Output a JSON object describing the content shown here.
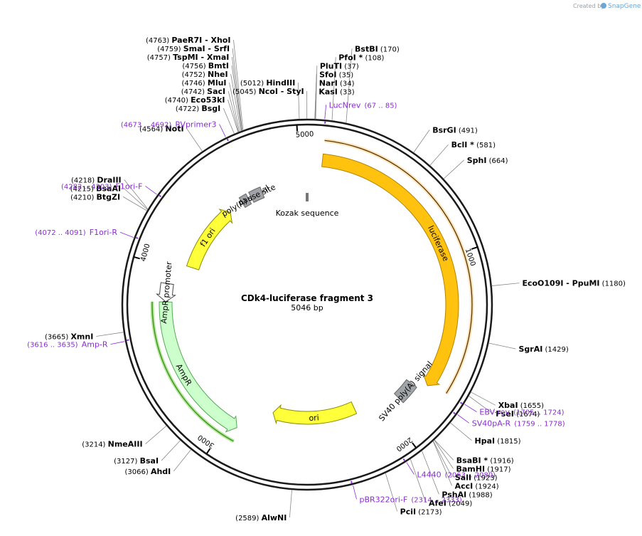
{
  "credit": {
    "created_by": "Created by",
    "brand": "SnapGene"
  },
  "plasmid": {
    "name": "CDk4-luciferase fragment 3",
    "length_label": "5046 bp",
    "length": 5046
  },
  "ruler_ticks": [
    {
      "label": "1000",
      "bp": 1000
    },
    {
      "label": "2000",
      "bp": 2000
    },
    {
      "label": "3000",
      "bp": 3000
    },
    {
      "label": "4000",
      "bp": 4000
    },
    {
      "label": "5000",
      "bp": 5000
    }
  ],
  "features": [
    {
      "name": "luciferase",
      "start": 85,
      "end": 1737,
      "color": "#ffc30f",
      "stroke": "#b58400",
      "strand": 1
    },
    {
      "name": "SV40 poly(A) signal",
      "start": 1780,
      "end": 1900,
      "color": "#a0a4a8",
      "stroke": "#666666",
      "strand": 0
    },
    {
      "name": "ori",
      "start": 2180,
      "end": 2769,
      "color": "#ffff3a",
      "stroke": "#8b8b00",
      "strand": 1
    },
    {
      "name": "AmpR",
      "start": 2940,
      "end": 3800,
      "color": "#ccffcc",
      "stroke": "#55aa55",
      "strand": -1
    },
    {
      "name": "AmpR promoter",
      "start": 3801,
      "end": 3905,
      "color": "#ffffff",
      "stroke": "#444444",
      "strand": -1
    },
    {
      "name": "f1 ori",
      "start": 4034,
      "end": 4489,
      "color": "#ffff3a",
      "stroke": "#8b8b00",
      "strand": 1
    },
    {
      "name": "poly(A) signal",
      "start": 4590,
      "end": 4640,
      "color": "#a0a4a8",
      "stroke": "#666666",
      "strand": 0
    },
    {
      "name": "pause site",
      "start": 4660,
      "end": 4740,
      "color": "#a0a4a8",
      "stroke": "#666666",
      "strand": 0
    },
    {
      "name": "Kozak sequence",
      "start": 0,
      "end": 10,
      "color": "#a0a4a8",
      "stroke": "#666666",
      "strand": 0
    }
  ],
  "orf_outer": {
    "start": 85,
    "end": 1737,
    "color": "#f5a623"
  },
  "orf_inner": {
    "start": 2920,
    "end": 3800,
    "color": "#3f9a1f"
  },
  "sites": [
    {
      "name": "NcoI",
      "extra": "- StyI",
      "pos": "(5045)",
      "bp": 5045
    },
    {
      "name": "HindIII",
      "extra": "",
      "pos": "(5012)",
      "bp": 5012
    },
    {
      "name": "KasI",
      "extra": "",
      "pos": "(33)",
      "bp": 33
    },
    {
      "name": "NarI",
      "extra": "",
      "pos": "(34)",
      "bp": 34
    },
    {
      "name": "SfoI",
      "extra": "",
      "pos": "(35)",
      "bp": 35
    },
    {
      "name": "PluTI",
      "extra": "",
      "pos": "(37)",
      "bp": 37
    },
    {
      "name": "PfoI *",
      "extra": "",
      "pos": "(108)",
      "bp": 108
    },
    {
      "name": "BstBI",
      "extra": "",
      "pos": "(170)",
      "bp": 170
    },
    {
      "name": "BsrGI",
      "extra": "",
      "pos": "(491)",
      "bp": 491
    },
    {
      "name": "BclI *",
      "extra": "",
      "pos": "(581)",
      "bp": 581
    },
    {
      "name": "SphI",
      "extra": "",
      "pos": "(664)",
      "bp": 664
    },
    {
      "name": "EcoO109I",
      "extra": "- PpuMI",
      "pos": "(1180)",
      "bp": 1180
    },
    {
      "name": "SgrAI",
      "extra": "",
      "pos": "(1429)",
      "bp": 1429
    },
    {
      "name": "XbaI",
      "extra": "",
      "pos": "(1655)",
      "bp": 1655
    },
    {
      "name": "FseI",
      "extra": "",
      "pos": "(1674)",
      "bp": 1674
    },
    {
      "name": "HpaI",
      "extra": "",
      "pos": "(1815)",
      "bp": 1815
    },
    {
      "name": "BsaBI *",
      "extra": "",
      "pos": "(1916)",
      "bp": 1916
    },
    {
      "name": "BamHI",
      "extra": "",
      "pos": "(1917)",
      "bp": 1917
    },
    {
      "name": "SalI",
      "extra": "",
      "pos": "(1923)",
      "bp": 1923
    },
    {
      "name": "AccI",
      "extra": "",
      "pos": "(1924)",
      "bp": 1924
    },
    {
      "name": "PshAI",
      "extra": "",
      "pos": "(1988)",
      "bp": 1988
    },
    {
      "name": "AfeI",
      "extra": "",
      "pos": "(2049)",
      "bp": 2049
    },
    {
      "name": "PciI",
      "extra": "",
      "pos": "(2173)",
      "bp": 2173
    },
    {
      "name": "AlwNI",
      "extra": "",
      "pos": "(2589)",
      "bp": 2589
    },
    {
      "name": "AhdI",
      "extra": "",
      "pos": "(3066)",
      "bp": 3066
    },
    {
      "name": "BsaI",
      "extra": "",
      "pos": "(3127)",
      "bp": 3127
    },
    {
      "name": "NmeAIII",
      "extra": "",
      "pos": "(3214)",
      "bp": 3214
    },
    {
      "name": "XmnI",
      "extra": "",
      "pos": "(3665)",
      "bp": 3665
    },
    {
      "name": "BtgZI",
      "extra": "",
      "pos": "(4210)",
      "bp": 4210
    },
    {
      "name": "BsaAI",
      "extra": "",
      "pos": "(4215)",
      "bp": 4215
    },
    {
      "name": "DraIII",
      "extra": "",
      "pos": "(4218)",
      "bp": 4218
    },
    {
      "name": "NotI",
      "extra": "",
      "pos": "(4564)",
      "bp": 4564
    },
    {
      "name": "BsgI",
      "extra": "",
      "pos": "(4722)",
      "bp": 4722
    },
    {
      "name": "Eco53kI",
      "extra": "",
      "pos": "(4740)",
      "bp": 4740
    },
    {
      "name": "SacI",
      "extra": "",
      "pos": "(4742)",
      "bp": 4742
    },
    {
      "name": "MluI",
      "extra": "",
      "pos": "(4746)",
      "bp": 4746
    },
    {
      "name": "NheI",
      "extra": "",
      "pos": "(4752)",
      "bp": 4752
    },
    {
      "name": "BmtI",
      "extra": "",
      "pos": "(4756)",
      "bp": 4756
    },
    {
      "name": "TspMI",
      "extra": "- XmaI",
      "pos": "(4757)",
      "bp": 4757
    },
    {
      "name": "SmaI",
      "extra": "- SrfI",
      "pos": "(4759)",
      "bp": 4759
    },
    {
      "name": "PaeR7I",
      "extra": "- XhoI",
      "pos": "(4763)",
      "bp": 4763
    }
  ],
  "primers": [
    {
      "name": "LucNrev",
      "range": "(67 .. 85)",
      "bp": 76
    },
    {
      "name": "EBV-rev",
      "range": "(1705 .. 1724)",
      "bp": 1714
    },
    {
      "name": "SV40pA-R",
      "range": "(1759 .. 1778)",
      "bp": 1768
    },
    {
      "name": "L4440",
      "range": "(2063 .. 2080)",
      "bp": 2071
    },
    {
      "name": "pBR322ori-F",
      "range": "(2314 .. 2333)",
      "bp": 2323
    },
    {
      "name": "Amp-R",
      "range": "(3616 .. 3635)",
      "bp": 3625
    },
    {
      "name": "F1ori-R",
      "range": "(4072 .. 4091)",
      "bp": 4081
    },
    {
      "name": "F1ori-F",
      "range": "(4282 .. 4303)",
      "bp": 4292
    },
    {
      "name": "RVprimer3",
      "range": "(4673 .. 4692)",
      "bp": 4682
    }
  ]
}
